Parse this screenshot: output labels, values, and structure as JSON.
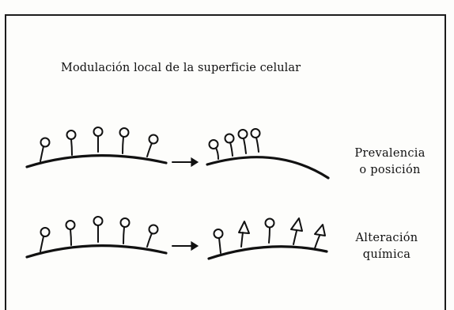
{
  "diagram": {
    "title": "Modulación local de la superficie celular",
    "rows": [
      {
        "label_line1": "Prevalencia",
        "label_line2": "o posición"
      },
      {
        "label_line1": "Alteración",
        "label_line2": "química"
      }
    ]
  }
}
